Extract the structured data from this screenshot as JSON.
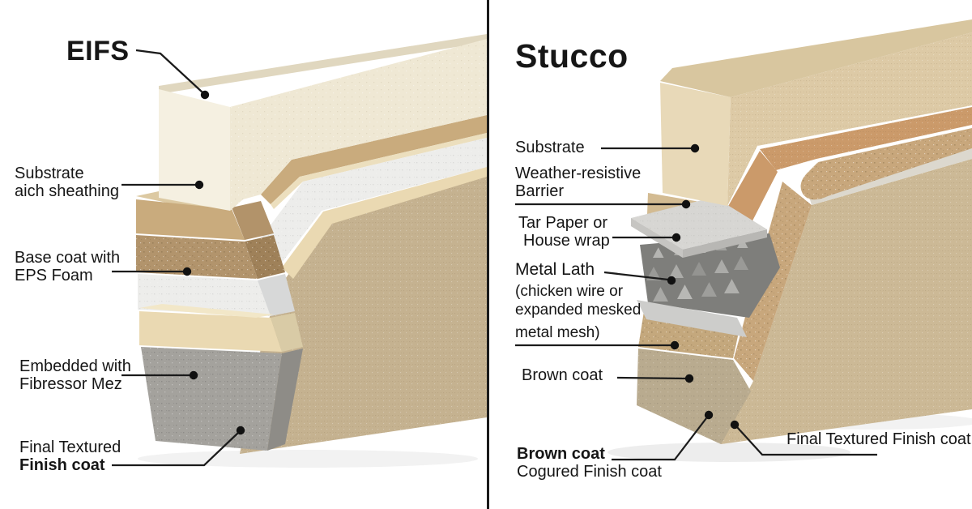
{
  "left": {
    "title": "EIFS",
    "labels": {
      "substrate": {
        "line1": "Substrate",
        "line2": "aich sheathing"
      },
      "base_coat": {
        "line1": "Base coat with",
        "line2": "EPS Foam"
      },
      "embedded": {
        "line1": "Embedded with",
        "line2": "Fibressor Mez"
      },
      "final": {
        "line1": "Final Textured",
        "line2": "Finish coat"
      }
    }
  },
  "right": {
    "title": "Stucco",
    "labels": {
      "substrate": "Substrate",
      "wrb": {
        "line1": "Weather-resistive",
        "line2": "Barrier"
      },
      "tar": {
        "line1": "Tar Paper or",
        "line2": "House wrap"
      },
      "lath_title": "Metal Lath",
      "lath_sub1": "(chicken wire or",
      "lath_sub2": "expanded mesked",
      "lath_sub3": "metal mesh)",
      "brown1": "Brown coat",
      "brown2_line1": "Brown coat",
      "brown2_line2": "Cogured Finish coat",
      "final": "Final Textured Finish coat"
    }
  },
  "colors": {
    "background": "#ffffff",
    "divider": "#1b1b1b",
    "text": "#161616",
    "leader_line": "#1b1b1b",
    "eifs_substrate_cream": "#efe8d4",
    "sheathing_tan": "#c9ab7d",
    "base_coat_speckled_brown": "#b2946c",
    "eps_foam_white": "#ededeb",
    "cream_strip": "#ead9b2",
    "mesh_coat_gray": "#a4a29d",
    "finish_wall_tan": "#c5b290",
    "stucco_substrate_tan": "#ddcaa6",
    "scratch_coat_orange": "#cb9a6a",
    "wrb_panel_gray": "#d7d6d3",
    "metal_lath_gray": "#9c9c99",
    "brown_coat_tan": "#c4a87d",
    "stucco_wall_tan": "#ccb996"
  }
}
